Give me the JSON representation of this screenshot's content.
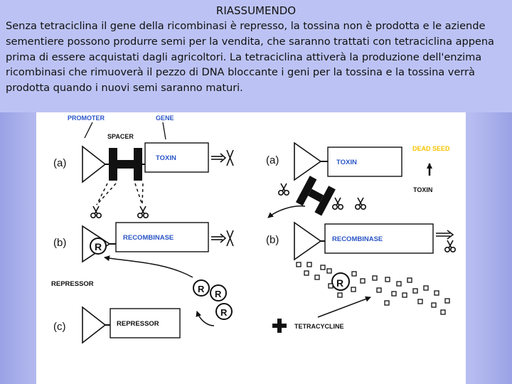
{
  "header": {
    "title": "RIASSUMENDO",
    "paragraph": "Senza tetraciclina il gene della ricombinasi è represso, la tossina non è prodotta e le aziende sementiere possono produrre semi per la vendita, che saranno trattati con tetraciclina appena prima di essere acquistati dagli agricoltori. La tetraciclina attiverà la produzione dell'enzima ricombinasi che rimuoverà il pezzo di DNA bloccante i geni per la tossina e la tossina verrà prodotta quando i nuovi semi saranno maturi."
  },
  "colors": {
    "accent_blue": "#2a55c6",
    "accent_yellow": "#f5c400",
    "line": "#111111"
  },
  "diagram": {
    "labels": {
      "promoter": "PROMOTER",
      "gene": "GENE",
      "spacer": "SPACER",
      "toxin_left": "TOXIN",
      "recombinase_left": "RECOMBINASE",
      "repressor_label": "REPRESSOR",
      "repressor_box": "REPRESSOR",
      "toxin_right_box": "TOXIN",
      "dead_seed": "DEAD SEED",
      "toxin_protein": "TOXIN",
      "recombinase_right": "RECOMBINASE",
      "tetracycline": "TETRACYCLINE"
    },
    "panels": {
      "a_left": "(a)",
      "b_left": "(b)",
      "c_left": "(c)",
      "a_right": "(a)",
      "b_right": "(b)"
    },
    "repressor_symbol": "R",
    "icons": [
      "scissors-icon",
      "promoter-triangle-icon",
      "blocked-arrow-icon",
      "plus-icon"
    ]
  }
}
